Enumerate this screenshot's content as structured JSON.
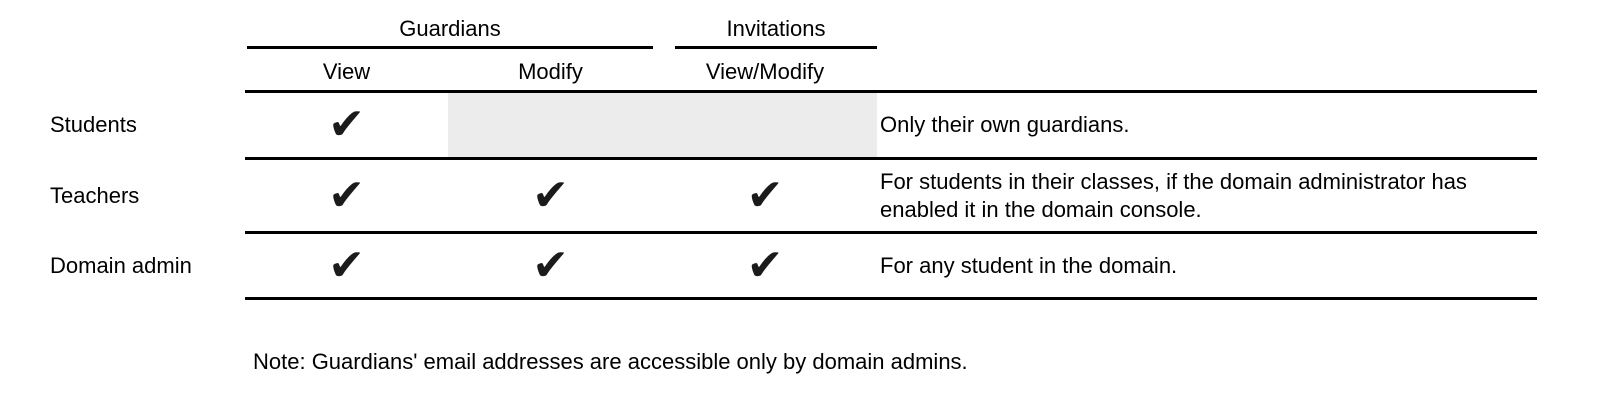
{
  "table": {
    "column_groups": [
      {
        "label": "Guardians"
      },
      {
        "label": "Invitations"
      }
    ],
    "column_headers": {
      "view": "View",
      "modify": "Modify",
      "view_modify": "View/Modify"
    },
    "rows": [
      {
        "label": "Students",
        "view": "✔",
        "modify": "",
        "view_modify": "",
        "annotation": "Only their own guardians."
      },
      {
        "label": "Teachers",
        "view": "✔",
        "modify": "✔",
        "view_modify": "✔",
        "annotation": "For students in their classes, if the domain administrator has enabled it in the domain console."
      },
      {
        "label": "Domain admin",
        "view": "✔",
        "modify": "✔",
        "view_modify": "✔",
        "annotation": "For any student in the domain."
      }
    ]
  },
  "footnote": "Note: Guardians' email addresses are accessible only by domain admins.",
  "colors": {
    "shaded_cell": "#ececec",
    "text": "#000000",
    "rule": "#000000"
  }
}
